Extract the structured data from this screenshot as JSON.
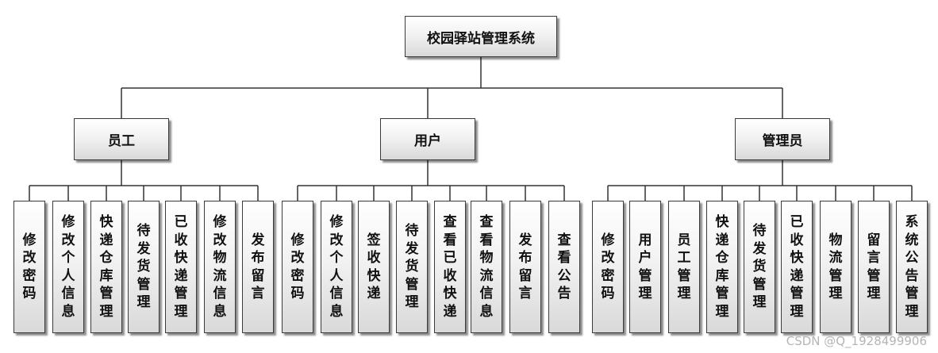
{
  "root": "校园驿站管理系统",
  "groups": [
    {
      "label": "员工",
      "children": [
        "修改密码",
        "修改个人信息",
        "快递仓库管理",
        "待发货管理",
        "已收快递管理",
        "修改物流信息",
        "发布留言"
      ]
    },
    {
      "label": "用户",
      "children": [
        "修改密码",
        "修改个人信息",
        "签收快递",
        "待发货管理",
        "查看已收快递",
        "查看物流信息",
        "发布留言",
        "查看公告"
      ]
    },
    {
      "label": "管理员",
      "children": [
        "修改密码",
        "用户管理",
        "员工管理",
        "快递仓库管理",
        "待发货管理",
        "已收快递管理",
        "物流管理",
        "留言管理",
        "系统公告管理"
      ]
    }
  ],
  "watermark": "CSDN @Q_1928499906"
}
